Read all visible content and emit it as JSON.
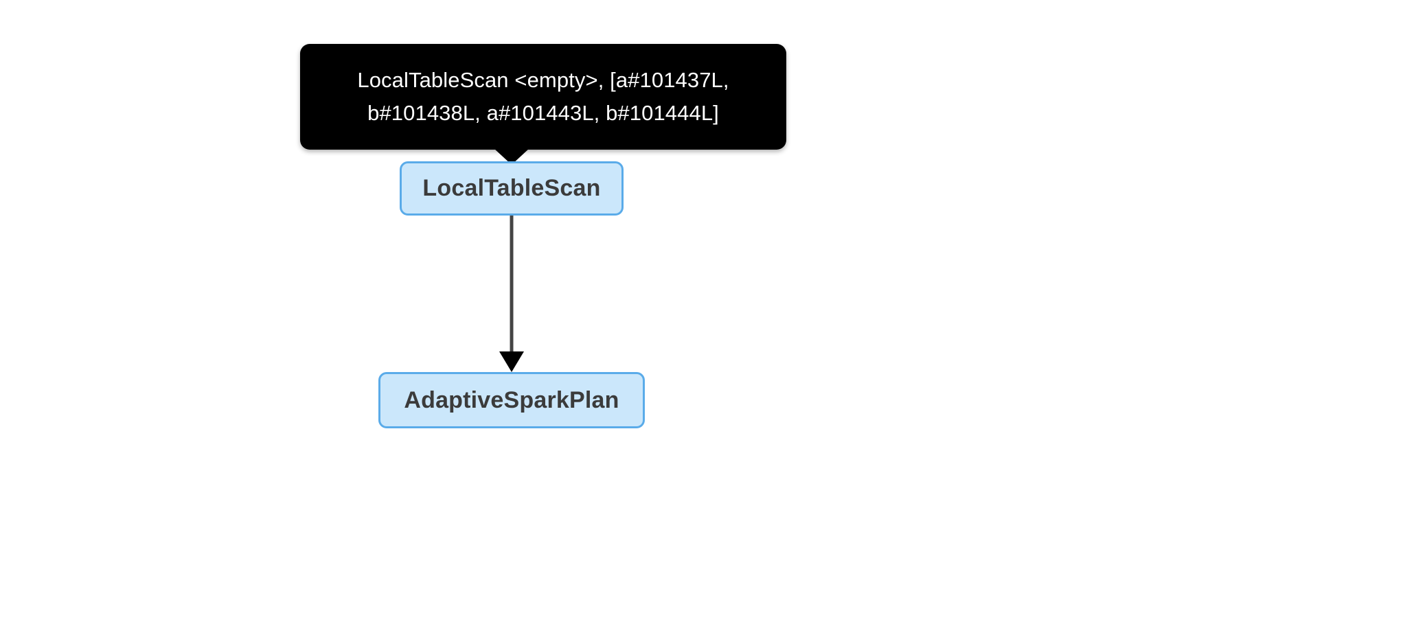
{
  "graph": {
    "type": "spark-query-plan-dag",
    "background_color": "#ffffff",
    "tooltip": {
      "name": "plan-details-tooltip",
      "background_color": "#000000",
      "text_color": "#ffffff",
      "lines": [
        "LocalTableScan <empty>, [a#101437L,",
        "b#101438L, a#101443L, b#101444L]"
      ],
      "full_text": "LocalTableScan <empty>, [a#101437L, b#101438L, a#101443L, b#101444L]",
      "attached_to": "LocalTableScan"
    },
    "node_style": {
      "fill": "#cbe7fb",
      "border": "#5aabe9",
      "label_color": "#3b3b3b"
    },
    "edge_style": {
      "line_color": "#444444",
      "arrow_color": "#000000"
    },
    "nodes": [
      {
        "id": "localtablescan",
        "label": "LocalTableScan"
      },
      {
        "id": "adaptivesparkplan",
        "label": "AdaptiveSparkPlan"
      }
    ],
    "edges": [
      {
        "from": "localtablescan",
        "to": "adaptivesparkplan",
        "direction": "down"
      }
    ]
  }
}
